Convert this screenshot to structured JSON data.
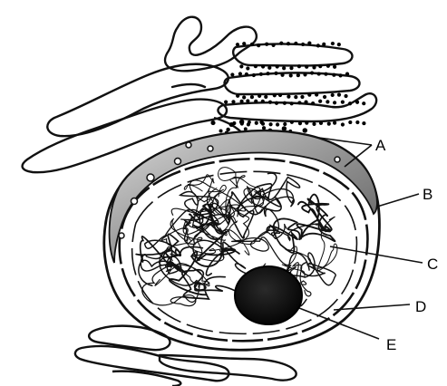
{
  "diagram": {
    "labels": {
      "a": "A",
      "b": "B",
      "c": "C",
      "d": "D",
      "e": "E"
    },
    "colors": {
      "ink": "#111111",
      "paper": "#ffffff",
      "envelope_shade": "#8a8a8a",
      "nucleolus": "#0c0c0c"
    }
  }
}
